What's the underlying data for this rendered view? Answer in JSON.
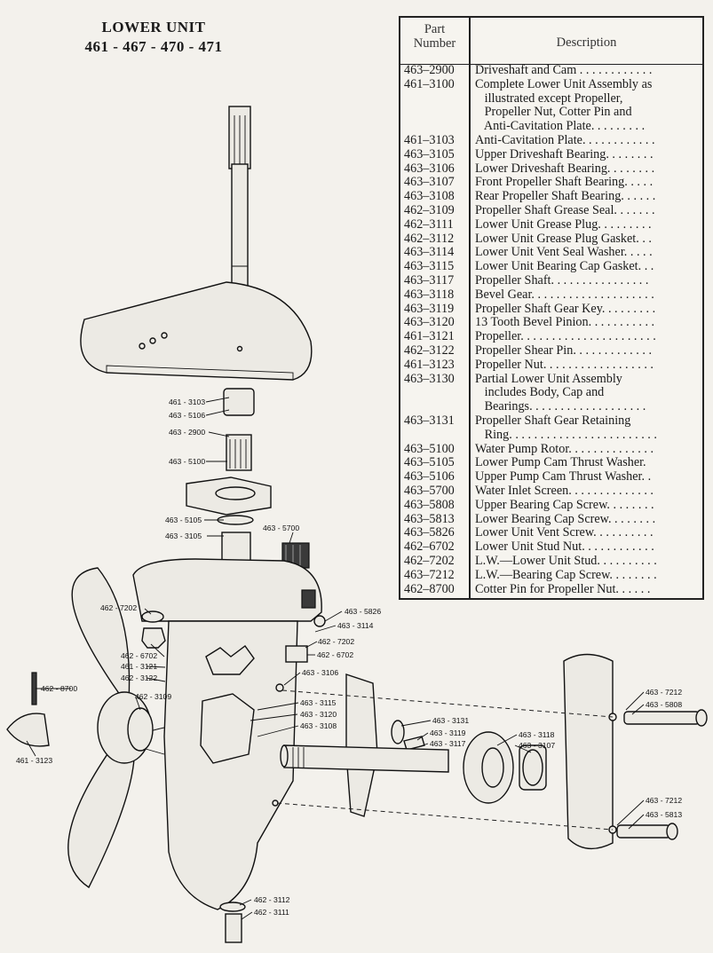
{
  "title": {
    "line1": "LOWER UNIT",
    "line2": "461 - 467 - 470 - 471"
  },
  "table": {
    "header_number_line1": "Part",
    "header_number_line2": "Number",
    "header_description": "Description",
    "rows": [
      {
        "number": "463–2900",
        "lines": [
          "Driveshaft and Cam . . . . . . . . . . . ."
        ]
      },
      {
        "number": "461–3100",
        "lines": [
          "Complete Lower Unit Assembly as",
          "   illustrated except Propeller,",
          "   Propeller Nut, Cotter Pin and",
          "   Anti-Cavitation Plate. . . . . . . . ."
        ]
      },
      {
        "number": "461–3103",
        "lines": [
          "Anti-Cavitation Plate. . . . . . . . . . . ."
        ]
      },
      {
        "number": "463–3105",
        "lines": [
          "Upper Driveshaft Bearing. . . . . . . ."
        ]
      },
      {
        "number": "463–3106",
        "lines": [
          "Lower Driveshaft Bearing. . . . . . . ."
        ]
      },
      {
        "number": "463–3107",
        "lines": [
          "Front Propeller Shaft Bearing. . . . ."
        ]
      },
      {
        "number": "463–3108",
        "lines": [
          "Rear Propeller Shaft Bearing. . . . . ."
        ]
      },
      {
        "number": "462–3109",
        "lines": [
          "Propeller Shaft Grease Seal. . . . . . ."
        ]
      },
      {
        "number": "462–3111",
        "lines": [
          "Lower Unit Grease Plug. . . . . . . . ."
        ]
      },
      {
        "number": "462–3112",
        "lines": [
          "Lower Unit Grease Plug Gasket. . ."
        ]
      },
      {
        "number": "463–3114",
        "lines": [
          "Lower Unit Vent Seal Washer. . . . ."
        ]
      },
      {
        "number": "463–3115",
        "lines": [
          "Lower Unit Bearing Cap Gasket. . ."
        ]
      },
      {
        "number": "463–3117",
        "lines": [
          "Propeller Shaft. . . . . . . . . . . . . . . ."
        ]
      },
      {
        "number": "463–3118",
        "lines": [
          "Bevel Gear. . . . . . . . . . . . . . . . . . . ."
        ]
      },
      {
        "number": "463–3119",
        "lines": [
          "Propeller Shaft Gear Key. . . . . . . . ."
        ]
      },
      {
        "number": "463–3120",
        "lines": [
          "13 Tooth Bevel Pinion. . . . . . . . . . ."
        ]
      },
      {
        "number": "461–3121",
        "lines": [
          "Propeller. . . . . . . . . . . . . . . . . . . . . ."
        ]
      },
      {
        "number": "462–3122",
        "lines": [
          "Propeller Shear Pin. . . . . . . . . . . . ."
        ]
      },
      {
        "number": "461–3123",
        "lines": [
          "Propeller Nut. . . . . . . . . . . . . . . . . ."
        ]
      },
      {
        "number": "463–3130",
        "lines": [
          "Partial Lower Unit Assembly",
          "   includes Body, Cap and",
          "   Bearings. . . . . . . . . . . . . . . . . . ."
        ]
      },
      {
        "number": "463–3131",
        "lines": [
          "Propeller Shaft Gear Retaining",
          "   Ring. . . . . . . . . . . . . . . . . . . . . . . ."
        ]
      },
      {
        "number": "463–5100",
        "lines": [
          "Water Pump Rotor. . . . . . . . . . . . . ."
        ]
      },
      {
        "number": "463–5105",
        "lines": [
          "Lower Pump Cam Thrust Washer."
        ]
      },
      {
        "number": "463–5106",
        "lines": [
          "Upper Pump Cam Thrust Washer. ."
        ]
      },
      {
        "number": "463–5700",
        "lines": [
          "Water Inlet Screen. . . . . . . . . . . . . ."
        ]
      },
      {
        "number": "463–5808",
        "lines": [
          "Upper Bearing Cap Screw. . . . . . . ."
        ]
      },
      {
        "number": "463–5813",
        "lines": [
          "Lower Bearing Cap Screw. . . . . . . ."
        ]
      },
      {
        "number": "463–5826",
        "lines": [
          "Lower Unit Vent Screw. . . . . . . . . ."
        ]
      },
      {
        "number": "462–6702",
        "lines": [
          "Lower Unit Stud Nut. . . . . . . . . . . ."
        ]
      },
      {
        "number": "462–7202",
        "lines": [
          "L.W.—Lower Unit Stud. . . . . . . . . ."
        ]
      },
      {
        "number": "463–7212",
        "lines": [
          "L.W.—Bearing Cap Screw. . . . . . . ."
        ]
      },
      {
        "number": "462–8700",
        "lines": [
          "Cotter Pin for Propeller Nut. . . . . ."
        ]
      }
    ]
  },
  "callouts": {
    "c461_3103": "461 - 3103",
    "c463_5106": "463 - 5106",
    "c463_2900": "463 - 2900",
    "c463_5100": "463 - 5100",
    "c463_5105": "463 - 5105",
    "c463_3105": "463 - 3105",
    "c463_5700": "463 - 5700",
    "c462_7202a": "462 - 7202",
    "c463_5826": "463 - 5826",
    "c463_3114": "463 - 3114",
    "c462_7202b": "462 - 7202",
    "c462_6702a": "462 - 6702",
    "c462_6702b": "462 - 6702",
    "c461_3121": "461 - 3121",
    "c462_3122": "462 - 3122",
    "c462_8700": "462 - 8700",
    "c462_3109": "462 - 3109",
    "c463_3106": "463 - 3106",
    "c463_3115": "463 - 3115",
    "c463_3120": "463 - 3120",
    "c463_3108": "463 - 3108",
    "c461_3123": "461 - 3123",
    "c463_3131": "463 - 3131",
    "c463_3119": "463 - 3119",
    "c463_3117": "463 - 3117",
    "c463_3118": "463 - 3118",
    "c463_3107": "463 - 3107",
    "c463_7212a": "463 - 7212",
    "c463_5808": "463 - 5808",
    "c463_7212b": "463 - 7212",
    "c463_5813": "463 - 5813",
    "c462_3112": "462 - 3112",
    "c462_3111": "462 - 3111"
  }
}
